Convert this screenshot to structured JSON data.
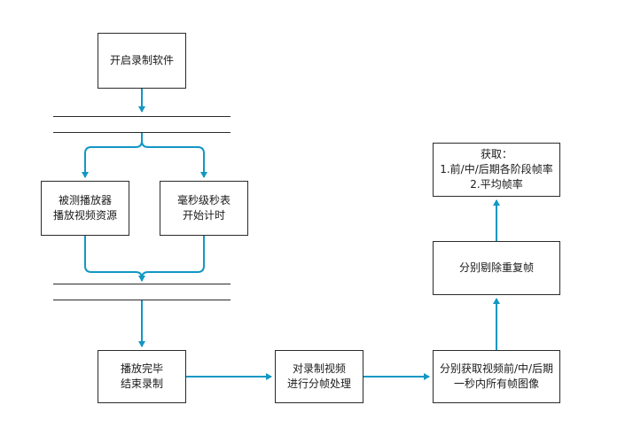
{
  "diagram": {
    "colors": {
      "arrow": "#1297c4",
      "border": "#2b2b2b"
    },
    "nodes": {
      "start_software": "开启录制软件",
      "player": "被测播放器\n播放视频资源",
      "timer": "毫秒级秒表\n开始计时",
      "finish": "播放完毕\n结束录制",
      "split": "对录制视频\n进行分帧处理",
      "get_frames": "分别获取视频前/中/后期\n一秒内所有帧图像",
      "remove_dup": "分别剔除重复帧",
      "result": "获取：\n1.前/中/后期各阶段帧率\n2.平均帧率"
    }
  }
}
